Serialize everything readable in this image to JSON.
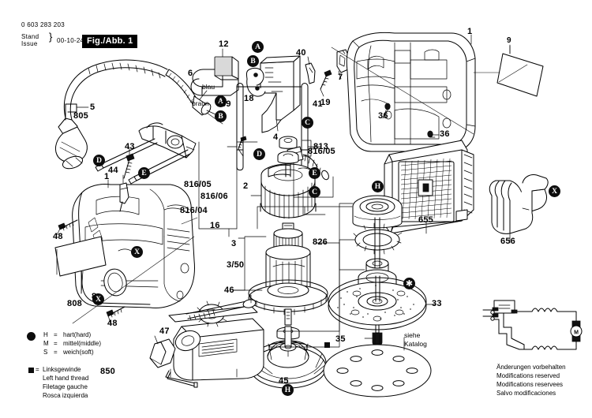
{
  "document": {
    "part_number": "0 603 283 203",
    "stand_label": "Stand",
    "issue_label": "Issue",
    "date": "00-10-24",
    "figure_badge": "Fig./Abb. 1"
  },
  "wire_labels": {
    "blue": "blau",
    "brown": "braun"
  },
  "callouts": {
    "n1_left": "1",
    "n1_right": "1",
    "n2": "2",
    "n3": "3",
    "n3_50": "3/50",
    "n4": "4",
    "n5": "5",
    "n805": "805",
    "n6": "6",
    "n7": "7",
    "n8": "8",
    "n808": "808",
    "n9": "9",
    "n12": "12",
    "n16": "16",
    "n18": "18",
    "n19": "19",
    "n33": "33",
    "n35": "35",
    "n36a": "36",
    "n36b": "36",
    "n39": "39",
    "n40": "40",
    "n41": "41",
    "n43": "43",
    "n44": "44",
    "n45": "45",
    "n46": "46",
    "n47": "47",
    "n48a": "48",
    "n48b": "48",
    "n655": "655",
    "n656": "656",
    "n813": "813",
    "n826": "826",
    "n850": "850",
    "n816_04": "816/04",
    "n816_05": "816/05",
    "n816_06": "816/06",
    "see_catalog_line1": "siehe",
    "see_catalog_line2": "Katalog"
  },
  "bullets": {
    "a1": "A",
    "a2": "A",
    "b1": "B",
    "b2": "B",
    "c1": "C",
    "c2": "C",
    "d1": "D",
    "d2": "D",
    "e1": "E",
    "e2": "E",
    "h1": "H",
    "h2": "H",
    "x1": "X",
    "x2": "X",
    "x3": "X",
    "star": "✱"
  },
  "legend_hardness": {
    "h_key": "H",
    "h_eq": "=",
    "h_val": "hart(hard)",
    "m_key": "M",
    "m_eq": "=",
    "m_val": "mittel(middle)",
    "s_key": "S",
    "s_eq": "=",
    "s_val": "weich(soft)"
  },
  "legend_thread": {
    "eq": "=",
    "de": "Linksgewinde",
    "en": "Left hand thread",
    "fr": "Filetage gauche",
    "es": "Rosca izquierda"
  },
  "legal": {
    "de": "Änderungen vorbehalten",
    "en": "Modifications reserved",
    "fr": "Modifications reservees",
    "es": "Salvo modificaciones"
  },
  "wiring": {
    "motor_label": "M"
  },
  "colors": {
    "ink": "#000000",
    "paper": "#ffffff",
    "metal": "#d9d9d9"
  }
}
